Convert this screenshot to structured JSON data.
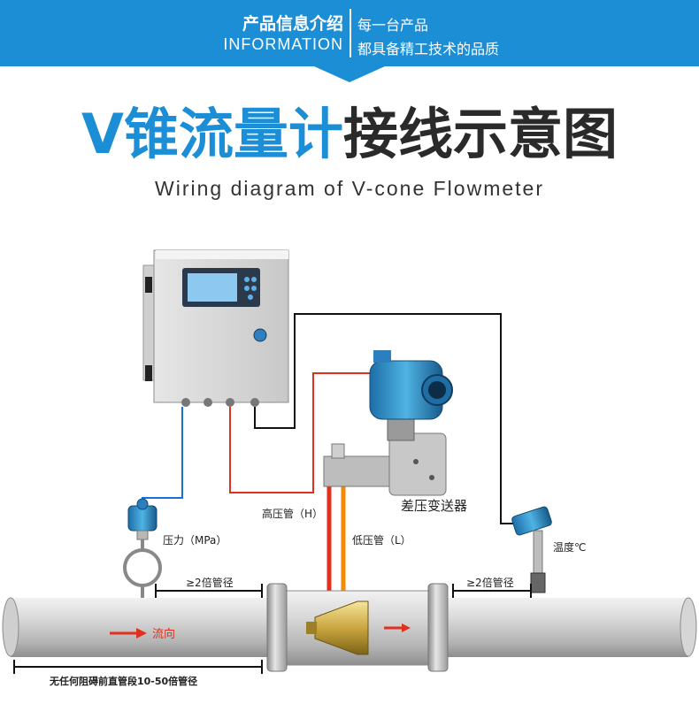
{
  "banner": {
    "title": "产品信息介绍",
    "subtitle": "INFORMATION",
    "slogan_line1": "每一台产品",
    "slogan_line2": "都具备精工技术的品质",
    "color": "#1c8ed6"
  },
  "title": {
    "part1": "V锥流量计",
    "part2": "接线示意图"
  },
  "subtitle": "Wiring diagram of V-cone Flowmeter",
  "diagram": {
    "pressure_label": "压力（MPa）",
    "high_pressure_label": "高压管（H）",
    "low_pressure_label": "低压管（L）",
    "transmitter_label": "差压变送器",
    "temperature_label": "温度℃",
    "upstream_label": "≥2倍管径",
    "downstream_label": "≥2倍管径",
    "flow_label": "流向",
    "straight_pipe_label": "无任何阻碍前直管段10-50倍管径",
    "wire_colors": {
      "pressure": "#1a6fd6",
      "high": "#e0301e",
      "low": "#f08a00",
      "signal": "#111111"
    }
  }
}
